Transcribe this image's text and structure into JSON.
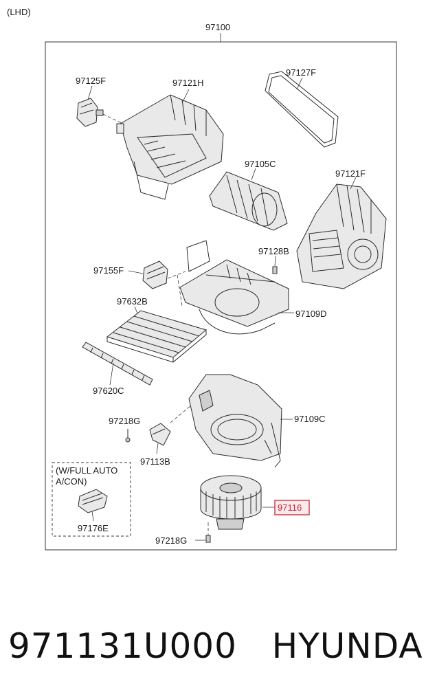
{
  "header": {
    "variant": "(LHD)"
  },
  "assembly": {
    "part_number": "97100"
  },
  "parts": {
    "p97125F": "97125F",
    "p97121H": "97121H",
    "p97127F": "97127F",
    "p97105C": "97105C",
    "p97121F": "97121F",
    "p97128B": "97128B",
    "p97155F": "97155F",
    "p97632B": "97632B",
    "p97109D": "97109D",
    "p97620C": "97620C",
    "p97218G_upper": "97218G",
    "p97109C": "97109C",
    "p97113B": "97113B",
    "p97116": "97116",
    "p97218G_lower": "97218G",
    "p97176E": "97176E"
  },
  "option_box": {
    "line1": "(W/FULL AUTO",
    "line2": "A/CON)"
  },
  "highlight_color": "#c8253a",
  "footer": {
    "part_number": "971131U000",
    "brand": "HYUNDAI"
  }
}
